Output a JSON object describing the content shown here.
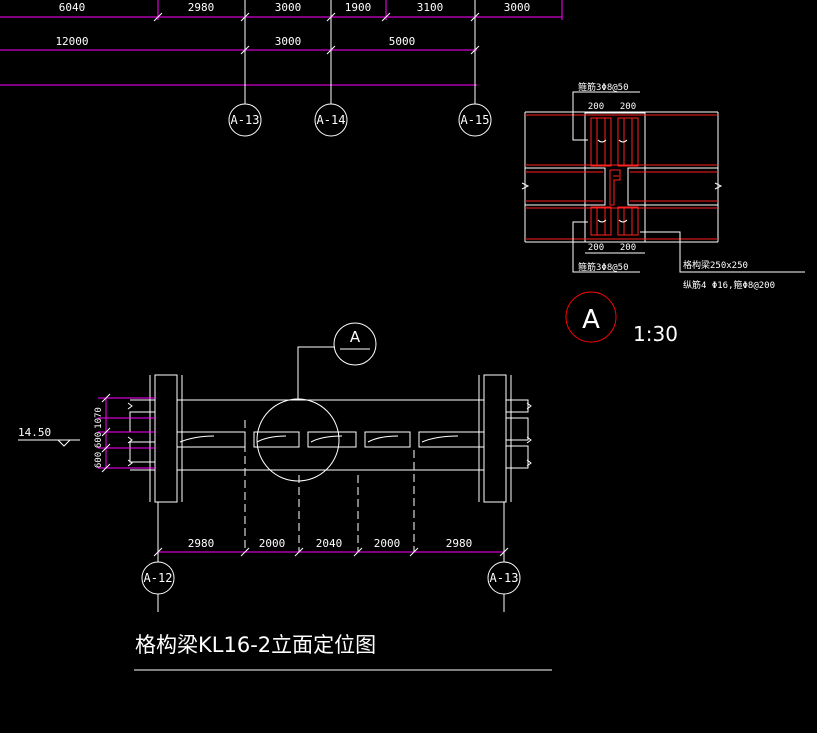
{
  "colors": {
    "background": "#000000",
    "line": "#ffffff",
    "dimension": "#ff00ff",
    "detail_red": "#ff2020",
    "detail_bubble": "#ff0000"
  },
  "top_dimensions": {
    "row1": [
      "6040",
      "2980",
      "3000",
      "1900",
      "3100",
      "3000"
    ],
    "row2": [
      "12000",
      "3000",
      "5000"
    ]
  },
  "top_axes": [
    "A-13",
    "A-14",
    "A-15"
  ],
  "detail": {
    "stirrup_top": "箍筋3Φ8@50",
    "top_dims": [
      "200",
      "200"
    ],
    "bottom_dims": [
      "200",
      "200"
    ],
    "stirrup_bottom": "箍筋3Φ8@50",
    "beam_label": "格构梁250x250",
    "rebar_label": "纵筋4 Φ16,箍Φ8@200",
    "bubble": "A",
    "scale": "1:30"
  },
  "elevation": {
    "callout": "A",
    "level": "14.50",
    "vertical_dims": [
      "1070",
      "600",
      "600"
    ],
    "bottom_dims": [
      "2980",
      "2000",
      "2040",
      "2000",
      "2980"
    ],
    "axes": [
      "A-12",
      "A-13"
    ],
    "title": "格构梁KL16-2立面定位图"
  }
}
